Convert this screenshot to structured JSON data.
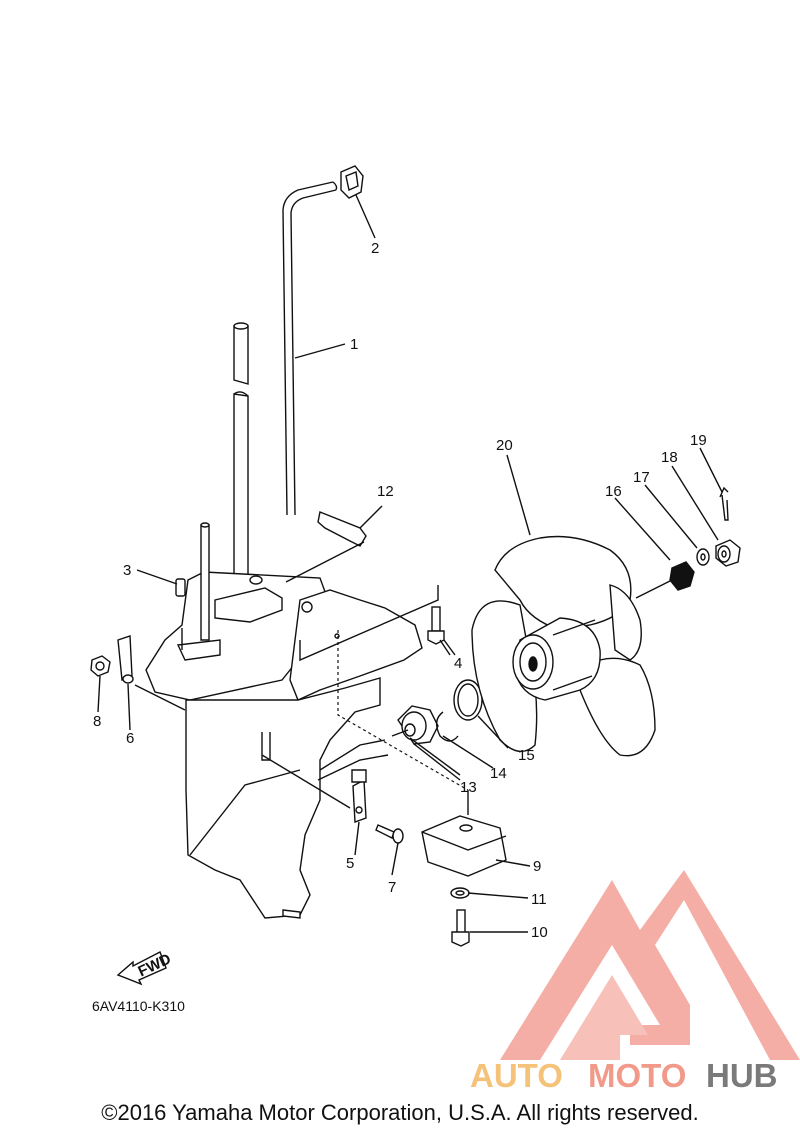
{
  "diagram": {
    "callouts": [
      "1",
      "2",
      "3",
      "4",
      "5",
      "6",
      "7",
      "8",
      "9",
      "10",
      "11",
      "12",
      "13",
      "14",
      "15",
      "16",
      "17",
      "18",
      "19",
      "20"
    ],
    "fwd_label": "FWD",
    "part_code": "6AV4110-K310"
  },
  "watermark": {
    "part1": "AUTO",
    "part2": "MOTO",
    "part3": "HUB",
    "colors": {
      "auto": "#f5c27a",
      "moto": "#f29a8a",
      "hub": "#7a7a7a",
      "logo": "#f3a097"
    }
  },
  "footer": {
    "copyright": "©2016 Yamaha Motor Corporation, U.S.A. All rights reserved."
  }
}
